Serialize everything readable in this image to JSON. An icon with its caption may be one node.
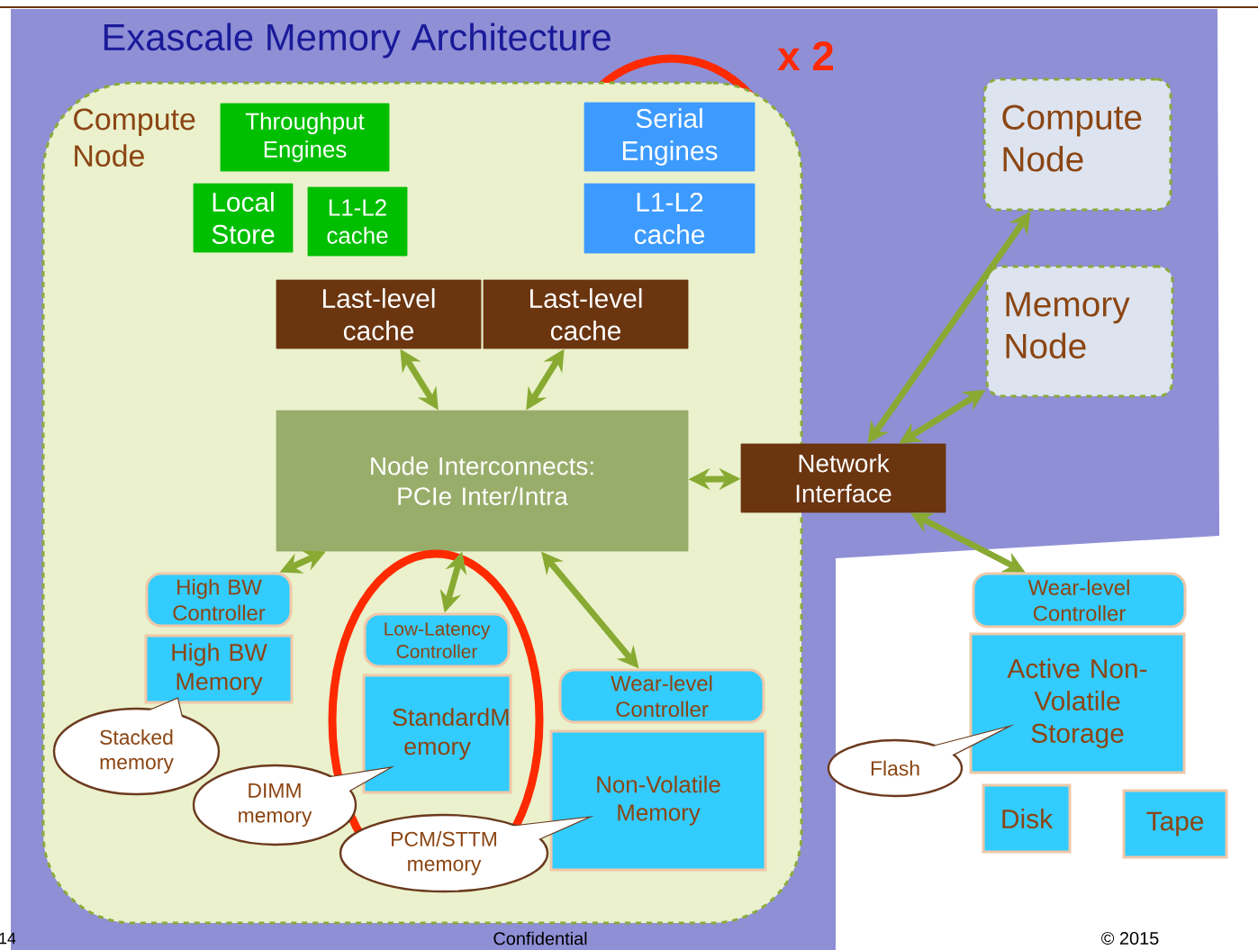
{
  "diagram": {
    "title": "Exascale Memory Architecture",
    "nodes": [
      {
        "text": [
          "Compute Node"
        ]
      },
      {
        "text": [
          "Throughput Engines"
        ],
        "in": 0
      },
      {
        "text": [
          "Local Store"
        ],
        "in": 0
      },
      {
        "text": [
          "L1-L2 cache"
        ],
        "in": 0
      },
      {
        "text": [
          "Serial Engines"
        ],
        "in": 0
      },
      {
        "text": [
          "L1-L2 cache"
        ],
        "in": 0
      },
      {
        "text": [
          "Last-level cache"
        ],
        "in": 0
      },
      {
        "text": [
          "Last-level cache"
        ],
        "in": 0
      },
      {
        "text": [
          "Node Interconnects: PCIe Inter/Intra"
        ],
        "in": 0
      },
      {
        "text": [
          "High BW Controller"
        ],
        "in": 0
      },
      {
        "text": [
          "High BW Memory"
        ],
        "in": 0
      },
      {
        "text": [
          "Low-Latency Controller"
        ],
        "in": 0
      },
      {
        "text": [
          "StandardM emory"
        ],
        "in": 0
      },
      {
        "text": [
          "Wear-level Controller"
        ],
        "in": 0
      },
      {
        "text": [
          "Non-Volatile Memory"
        ],
        "in": 0
      },
      {
        "text": [
          "Stacked memory"
        ],
        "in": 0
      },
      {
        "text": [
          "DIMM memory"
        ],
        "in": 0
      },
      {
        "text": [
          "PCM/STTM memory"
        ],
        "in": 0
      },
      {
        "text": [
          "Compute Node"
        ]
      },
      {
        "text": [
          "Memory Node"
        ]
      },
      {
        "text": [
          "Network Interface"
        ]
      },
      {
        "text": [
          "Wear-level Controller"
        ]
      },
      {
        "text": [
          "Active Non-Volatile Storage"
        ]
      },
      {
        "text": [
          "Flash"
        ]
      },
      {
        "text": [
          "Disk"
        ]
      },
      {
        "text": [
          "Tape"
        ]
      }
    ],
    "edges": [
      {
        "from": 6,
        "to": 8,
        "arrow": "both"
      },
      {
        "from": 7,
        "to": 8,
        "arrow": "both"
      },
      {
        "from": 8,
        "to": 20,
        "arrow": "both"
      },
      {
        "from": 20,
        "to": 18,
        "arrow": "both"
      },
      {
        "from": 20,
        "to": 19,
        "arrow": "both"
      },
      {
        "from": 8,
        "to": 9,
        "arrow": "both"
      },
      {
        "from": 8,
        "to": 11,
        "arrow": "both"
      },
      {
        "from": 8,
        "to": 13,
        "arrow": "both"
      },
      {
        "from": 20,
        "to": 21,
        "arrow": "both"
      }
    ],
    "labels": [
      "x 2",
      "14",
      "Confidential",
      "© 2015"
    ]
  }
}
